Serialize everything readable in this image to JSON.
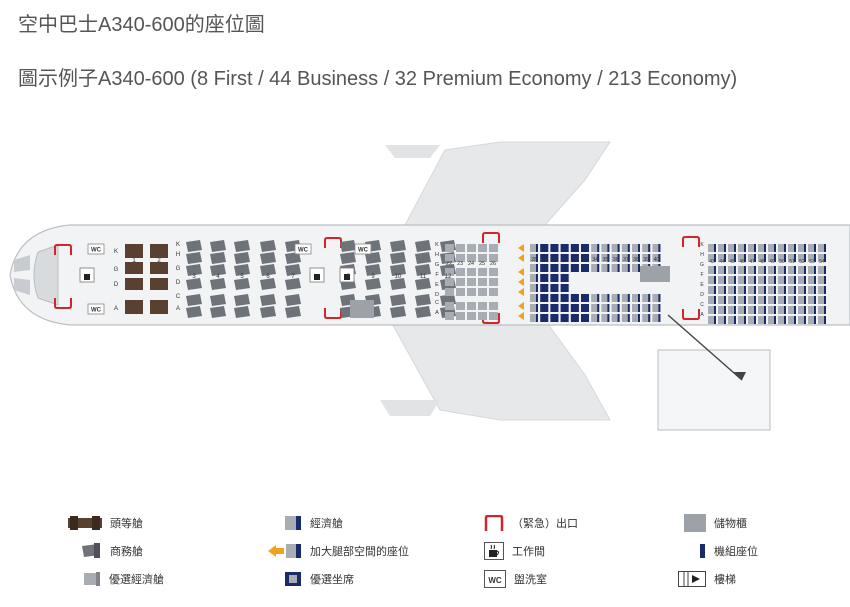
{
  "title": "空中巴士A340-600的座位圖",
  "subtitle": "圖示例子A340-600 (8 First / 44 Business / 32 Premium Economy / 213 Economy)",
  "colors": {
    "first": "#5a4030",
    "business": "#6e737a",
    "premium": "#a8adb3",
    "economy_highlight": "#1a2b6b",
    "exit": "#d0262b",
    "arrow": "#f0a21f",
    "storage": "#9ca2a8",
    "wing": "#e6e8ea",
    "fuselage": "#f2f3f4"
  },
  "seatmap": {
    "first_rows": [
      "1",
      "2"
    ],
    "business_rows": [
      "3",
      "4",
      "5",
      "6",
      "7",
      "8",
      "9",
      "10",
      "11",
      "12"
    ],
    "premium_rows": [
      "22",
      "23",
      "24",
      "25",
      "26"
    ],
    "economy_rows_front": [
      "28",
      "29",
      "30",
      "31",
      "32",
      "33",
      "34",
      "35",
      "36",
      "37",
      "38",
      "39",
      "40"
    ],
    "economy_rows_rear": [
      "43",
      "44",
      "45",
      "46",
      "47",
      "48",
      "49",
      "50",
      "51",
      "52",
      "53",
      "54"
    ],
    "first_letters_top": "K",
    "first_letters_mid": [
      "G",
      "D"
    ],
    "first_letters_bottom": "A",
    "business_letters": [
      "K",
      "H",
      "G",
      "D",
      "C",
      "A"
    ],
    "premium_letters": [
      "K",
      "H",
      "G",
      "F",
      "E",
      "D",
      "C",
      "A"
    ],
    "economy_letters": [
      "K",
      "H",
      "G",
      "F",
      "E",
      "D",
      "C",
      "A"
    ],
    "wc_label": "WC"
  },
  "legend": [
    {
      "icon": "first-class-icon",
      "label": "頭等艙"
    },
    {
      "icon": "business-class-icon",
      "label": "商務艙"
    },
    {
      "icon": "premium-economy-icon",
      "label": "優選經濟艙"
    },
    {
      "icon": "economy-seat-icon",
      "label": "經濟艙"
    },
    {
      "icon": "extra-legroom-icon",
      "label": "加大腿部空間的座位"
    },
    {
      "icon": "preferred-seat-icon",
      "label": "優選坐席"
    },
    {
      "icon": "exit-icon",
      "label": "（緊急）出口"
    },
    {
      "icon": "galley-icon",
      "label": "工作間"
    },
    {
      "icon": "toilet-icon",
      "label": "盥洗室"
    },
    {
      "icon": "storage-icon",
      "label": "儲物櫃"
    },
    {
      "icon": "crew-seat-icon",
      "label": "機組座位"
    },
    {
      "icon": "stairs-icon",
      "label": "樓梯"
    }
  ]
}
